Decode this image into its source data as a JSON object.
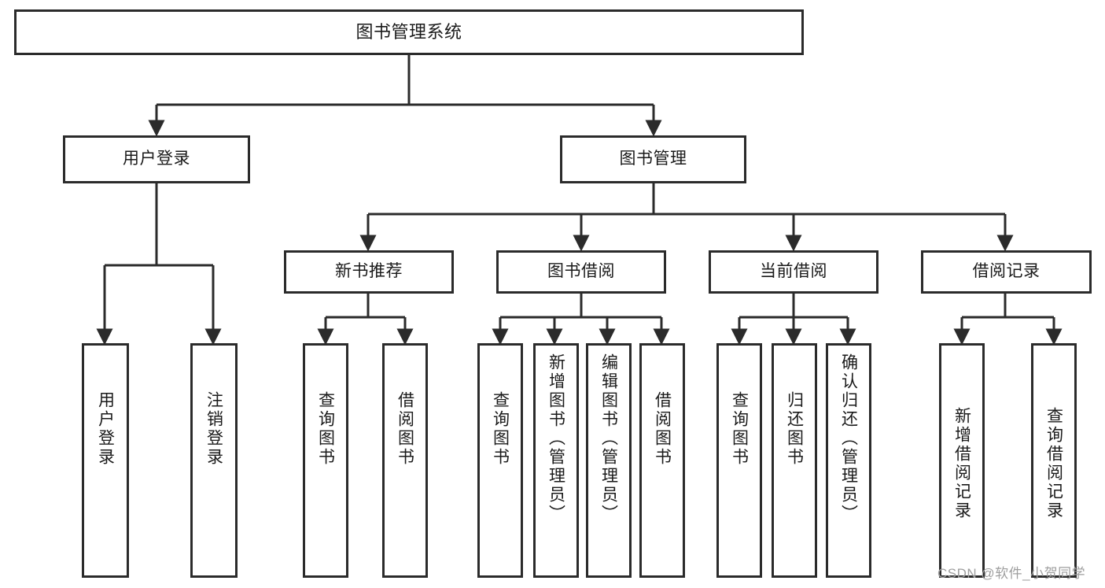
{
  "diagram": {
    "title": "图书管理系统",
    "type": "tree-hierarchy",
    "root": {
      "label": "图书管理系统"
    },
    "level2": [
      {
        "label": "用户登录"
      },
      {
        "label": "图书管理"
      }
    ],
    "level3": [
      {
        "label": "新书推荐"
      },
      {
        "label": "图书借阅"
      },
      {
        "label": "当前借阅"
      },
      {
        "label": "借阅记录"
      }
    ],
    "leaves": {
      "user_login": [
        {
          "label": "用户登录"
        },
        {
          "label": "注销登录"
        }
      ],
      "new_book_recommend": [
        {
          "label": "查询图书"
        },
        {
          "label": "借阅图书"
        }
      ],
      "book_borrow": [
        {
          "label": "查询图书"
        },
        {
          "label": "新增图书（管理员）"
        },
        {
          "label": "编辑图书（管理员）"
        },
        {
          "label": "借阅图书"
        }
      ],
      "current_borrow": [
        {
          "label": "查询图书"
        },
        {
          "label": "归还图书"
        },
        {
          "label": "确认归还（管理员）"
        }
      ],
      "borrow_record": [
        {
          "label": "新增借阅记录"
        },
        {
          "label": "查询借阅记录"
        }
      ]
    }
  },
  "watermark": {
    "text": "CSDN @软件_小贺同学"
  },
  "colors": {
    "stroke": "#2b2b2b",
    "fill": "#ffffff",
    "text": "#1a1a1a",
    "watermark": "#9e9e9e"
  }
}
